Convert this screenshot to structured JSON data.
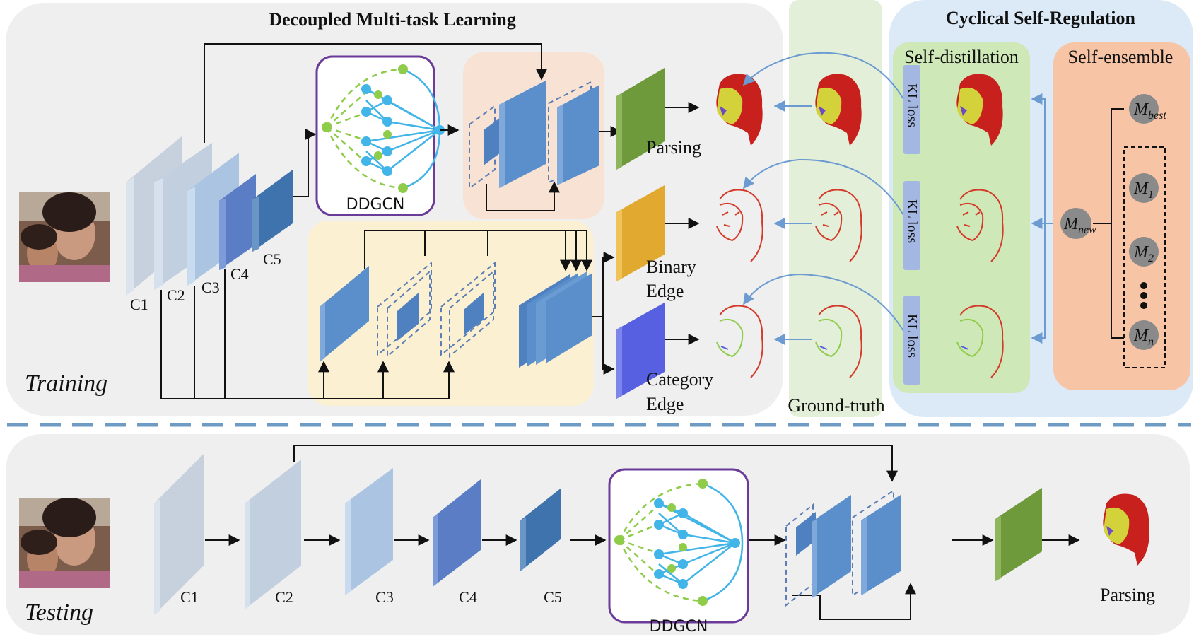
{
  "titles": {
    "training_section": "Decoupled Multi-task Learning",
    "regulation_section": "Cyclical Self-Regulation",
    "self_distillation": "Self-distillation",
    "self_ensemble": "Self-ensemble",
    "ground_truth": "Ground-truth"
  },
  "phases": {
    "training": "Training",
    "testing": "Testing"
  },
  "training": {
    "backbone": [
      "C1",
      "C2",
      "C3",
      "C4",
      "C5"
    ],
    "module": "DDGCN",
    "outputs": {
      "parsing": "Parsing",
      "binary_1": "Binary",
      "binary_2": "Edge",
      "category_1": "Category",
      "category_2": "Edge"
    },
    "kl_loss": [
      "KL loss",
      "KL loss",
      "KL loss"
    ]
  },
  "ensemble": {
    "best": {
      "base": "M",
      "sub": "best"
    },
    "new": {
      "base": "M",
      "sub": "new"
    },
    "m1": {
      "base": "M",
      "sub": "1"
    },
    "m2": {
      "base": "M",
      "sub": "2"
    },
    "mn": {
      "base": "M",
      "sub": "n"
    },
    "dots": "•\n•\n•"
  },
  "testing": {
    "backbone": [
      "C1",
      "C2",
      "C3",
      "C4",
      "C5"
    ],
    "module": "DDGCN",
    "output": "Parsing"
  },
  "colors": {
    "panel_bg": "#efefef",
    "gt_bg": "#e3efd8",
    "regulation_bg": "#dce9f7",
    "distill_bg": "#cfe8b8",
    "ensemble_bg": "#f7c5a6",
    "orange_box": "#f8e2d4",
    "yellow_box": "#fbf0d2",
    "ddgcn_border": "#6a3b98",
    "gcn_blue": "#41b4e8",
    "gcn_green": "#8ecc4a",
    "kl_box": "#a4b7e3",
    "arrow_blue": "#6b9bd0",
    "divider": "#6d9bc4",
    "parsing_green": "#6f9a3c",
    "edge_orange": "#e1a92f",
    "edge_purple": "#5660e0"
  }
}
